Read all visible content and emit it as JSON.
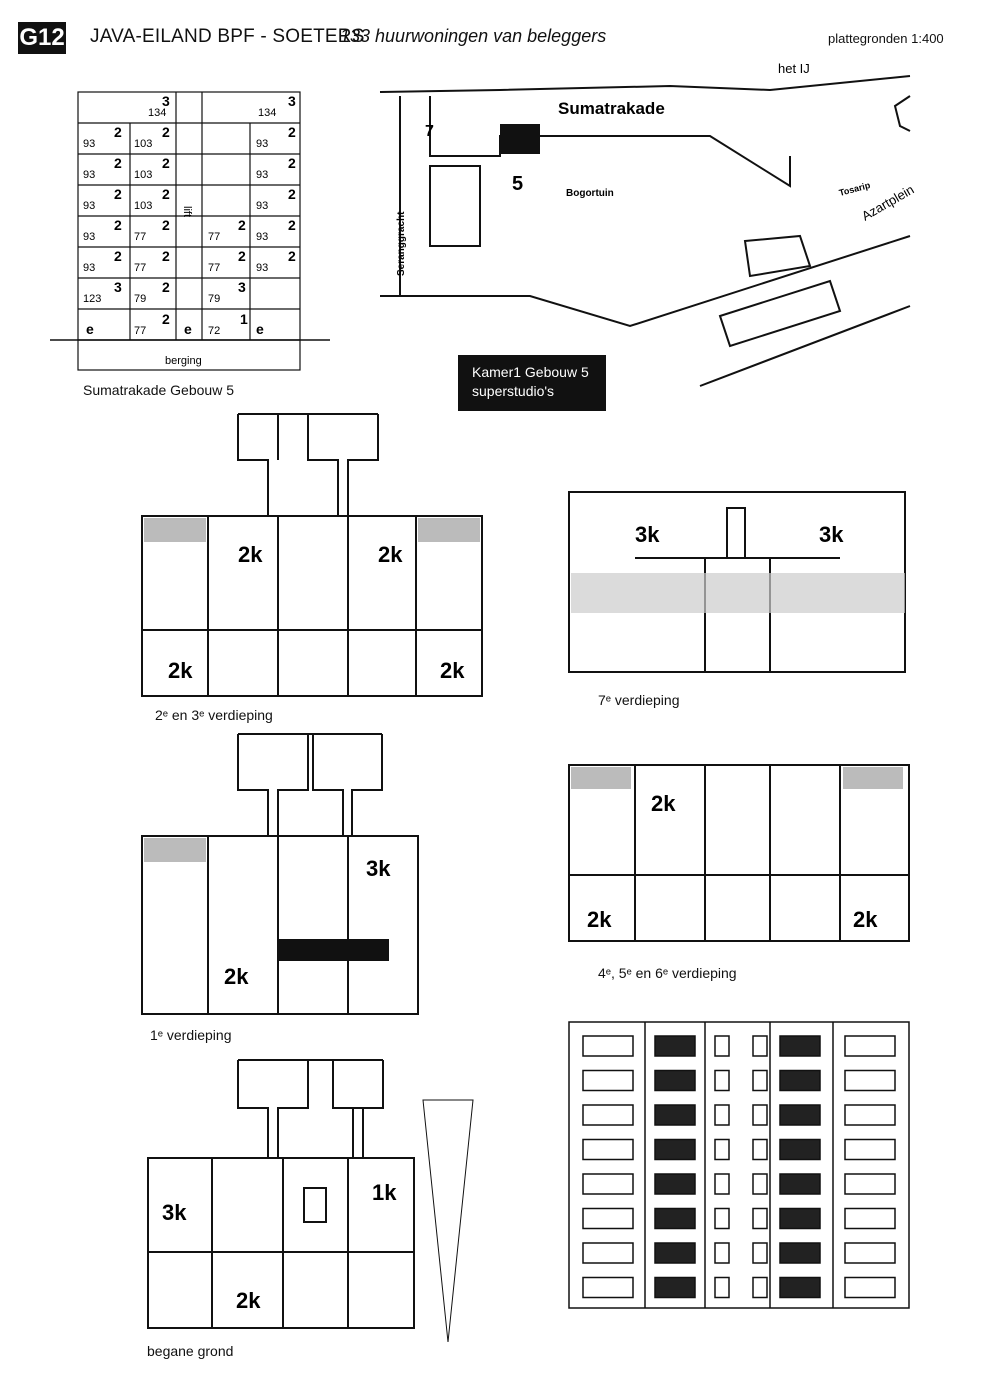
{
  "header": {
    "code": "G12",
    "title": "JAVA-EILAND BPF - SOETERS",
    "subtitle": "133 huurwoningen van beleggers",
    "scale": "plattegronden 1:400"
  },
  "site_plan": {
    "water": "het IJ",
    "street_top": "Sumatrakade",
    "block_7": "7",
    "block_5": "5",
    "garden": "Bogortuin",
    "bridge": "Tosarip",
    "square": "Azartplein",
    "canal": "Seranggracht"
  },
  "section_diagram": {
    "caption": "Sumatrakade Gebouw 5",
    "lift": "lift",
    "storage": "berging",
    "rows": [
      [
        "134",
        "3",
        "134",
        "3"
      ],
      [
        "93",
        "2",
        "103",
        "2",
        "93",
        "2"
      ],
      [
        "93",
        "2",
        "103",
        "2",
        "93",
        "2"
      ],
      [
        "93",
        "2",
        "103",
        "2",
        "93",
        "2"
      ],
      [
        "93",
        "2",
        "77",
        "2",
        "77",
        "2",
        "93",
        "2"
      ],
      [
        "93",
        "2",
        "77",
        "2",
        "77",
        "2",
        "93",
        "2"
      ],
      [
        "123",
        "3",
        "79",
        "2",
        "79",
        "3"
      ],
      [
        "e",
        "77",
        "2",
        "e",
        "72",
        "1",
        "e"
      ]
    ]
  },
  "badge": {
    "line1": "Kamer1 Gebouw 5",
    "line2": "superstudio's"
  },
  "plans": {
    "floor_2_3": {
      "caption": "2ᵉ en 3ᵉ verdieping",
      "units": [
        "2k",
        "2k",
        "2k",
        "2k"
      ]
    },
    "floor_7": {
      "caption": "7ᵉ verdieping",
      "units": [
        "3k",
        "3k"
      ]
    },
    "floor_1": {
      "caption": "1ᵉ verdieping",
      "units": [
        "3k",
        "2k"
      ]
    },
    "floor_4_6": {
      "caption": "4ᵉ, 5ᵉ en 6ᵉ verdieping",
      "units": [
        "2k",
        "2k",
        "2k"
      ]
    },
    "ground": {
      "caption": "begane grond",
      "units": [
        "3k",
        "1k",
        "2k"
      ]
    }
  },
  "elevation": {
    "floors": 8
  }
}
